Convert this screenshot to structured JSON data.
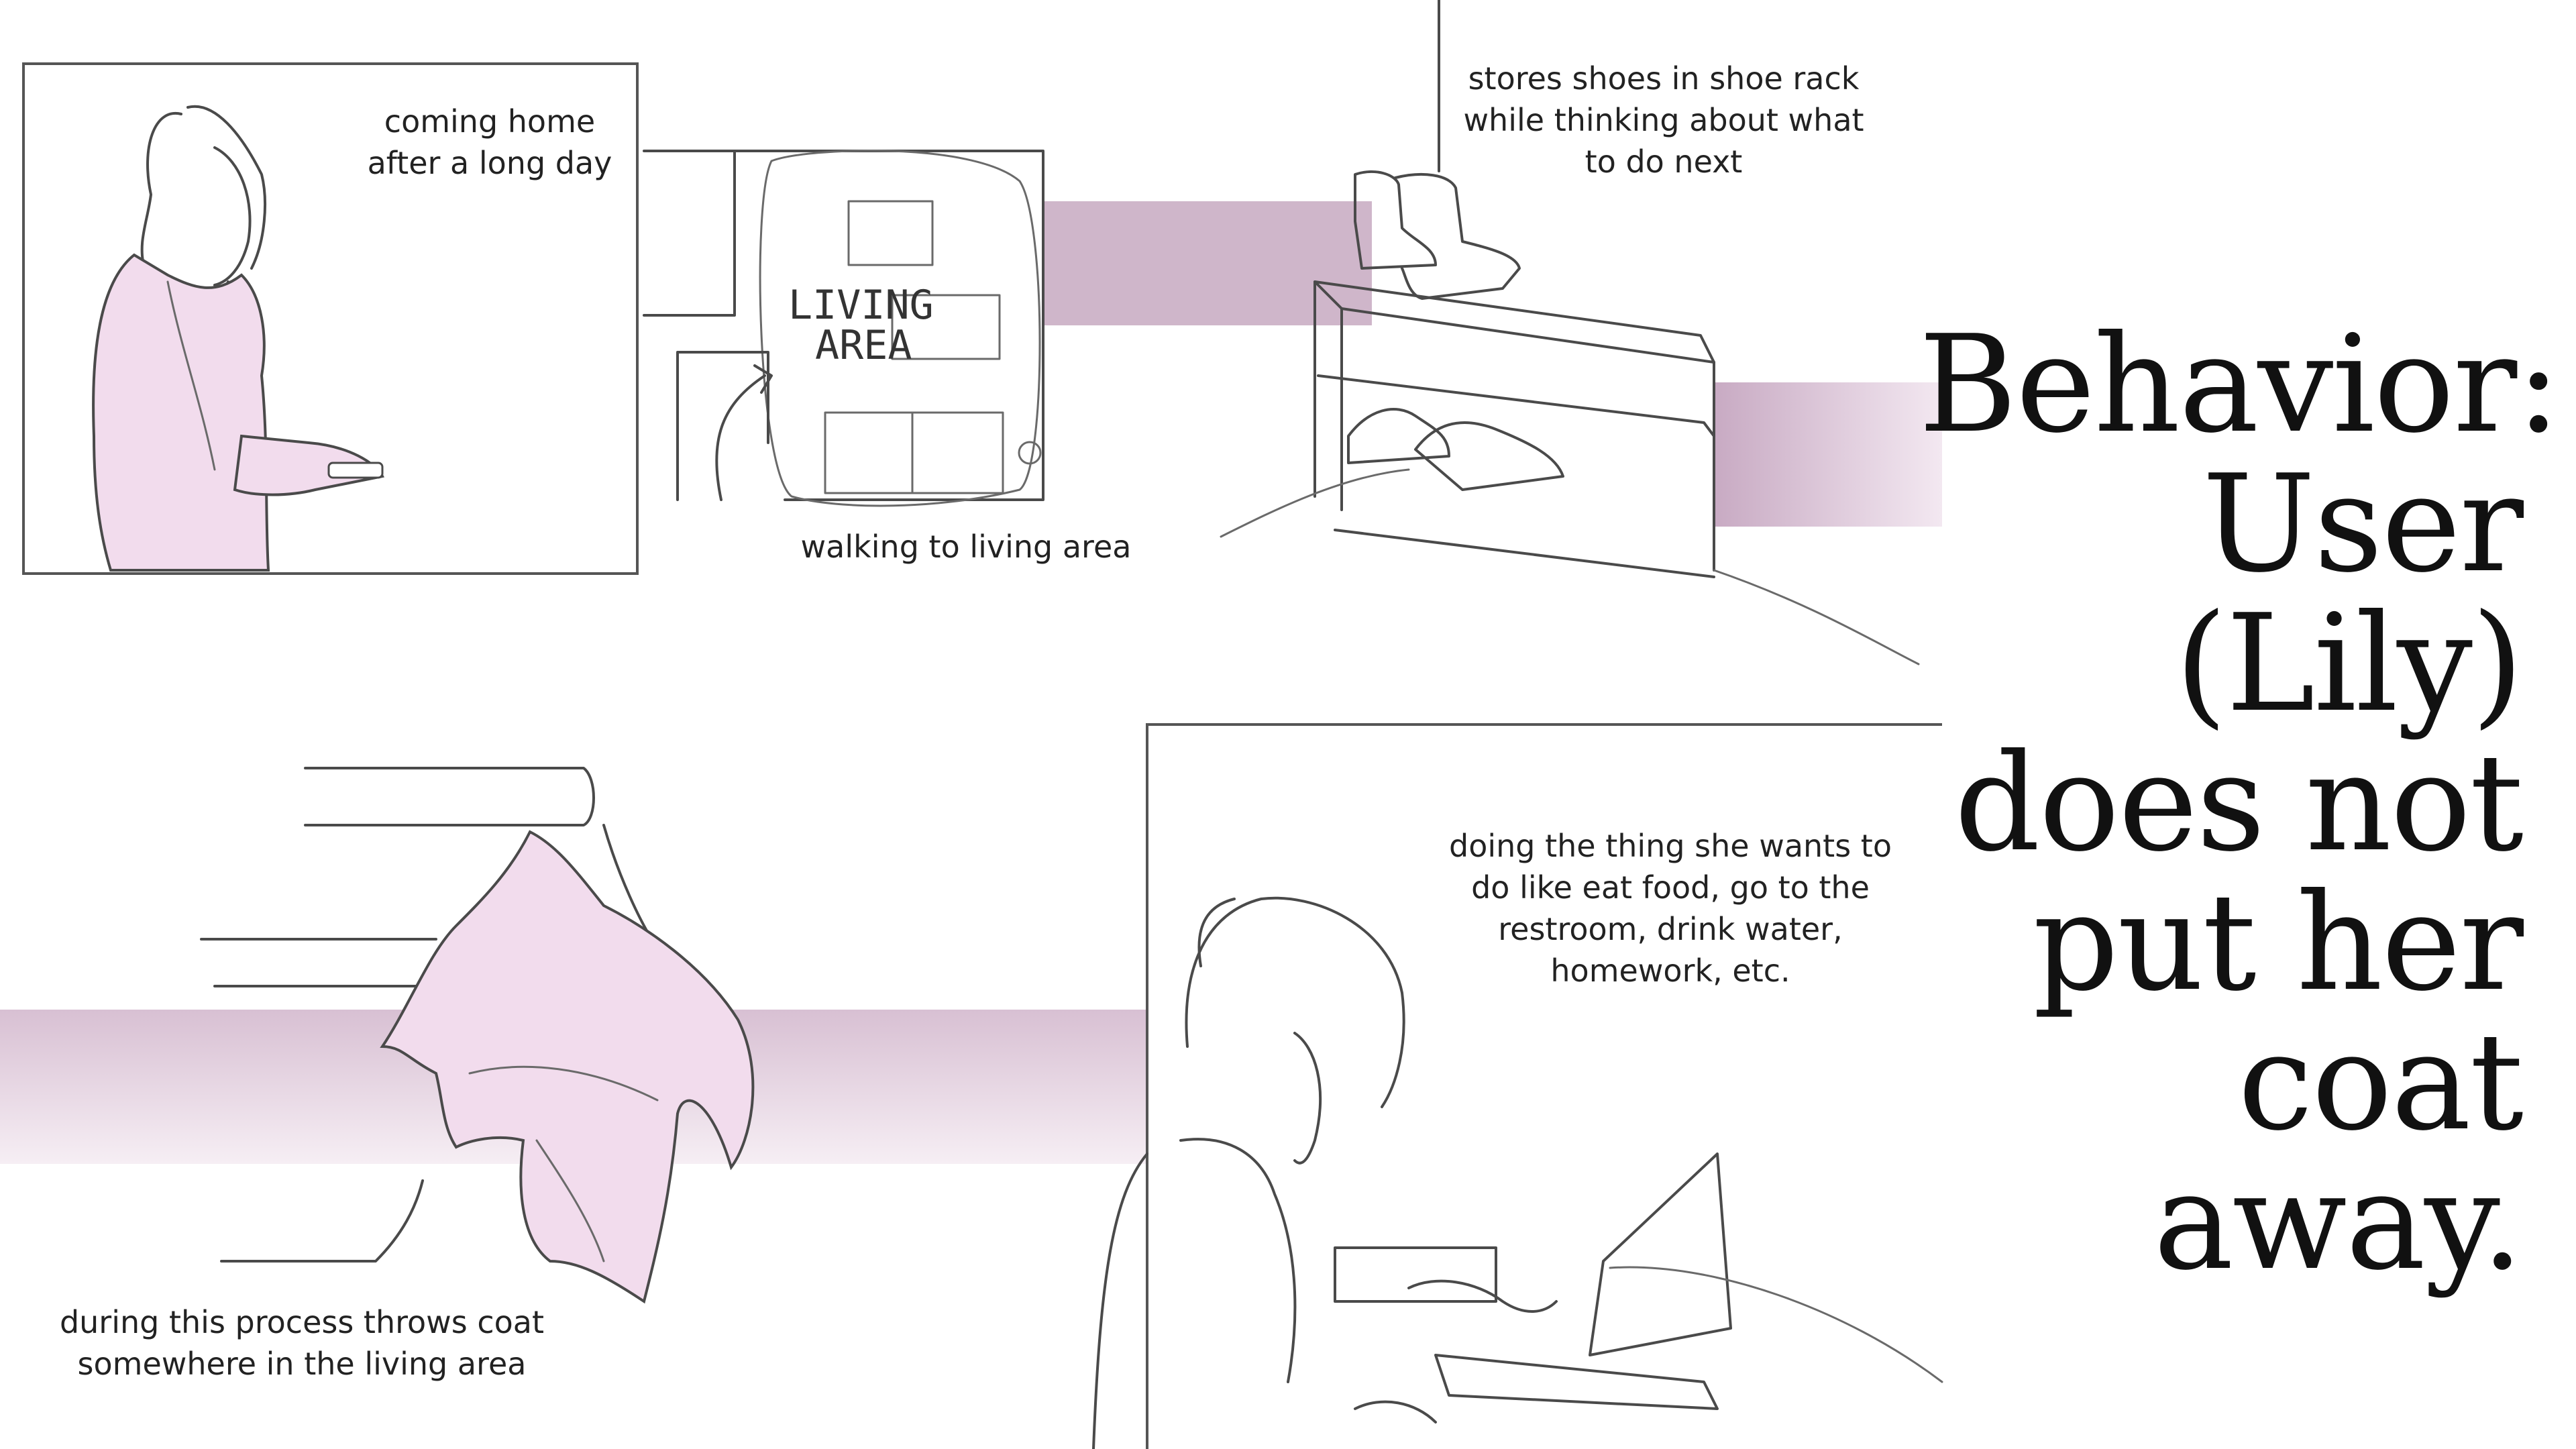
{
  "title": "Behavior:\nUser (Lily)\ndoes not\nput her\ncoat away.",
  "colors": {
    "accent": "#cdb3c8",
    "accent_light": "#f3e8f1",
    "coat": "#f2dced",
    "line": "#4a4a4a"
  },
  "captions": {
    "coming_home": "coming home\nafter a long day",
    "walking": "walking to living area",
    "stores_shoes": "stores shoes in shoe rack\nwhile thinking about what\nto do next",
    "throws_coat": "during this process throws coat\nsomewhere in the living area",
    "doing_thing": "doing the thing she wants to\ndo like eat food, go to the\nrestroom, drink water,\nhomework, etc."
  },
  "floorplan_label": "LIVING\nAREA"
}
